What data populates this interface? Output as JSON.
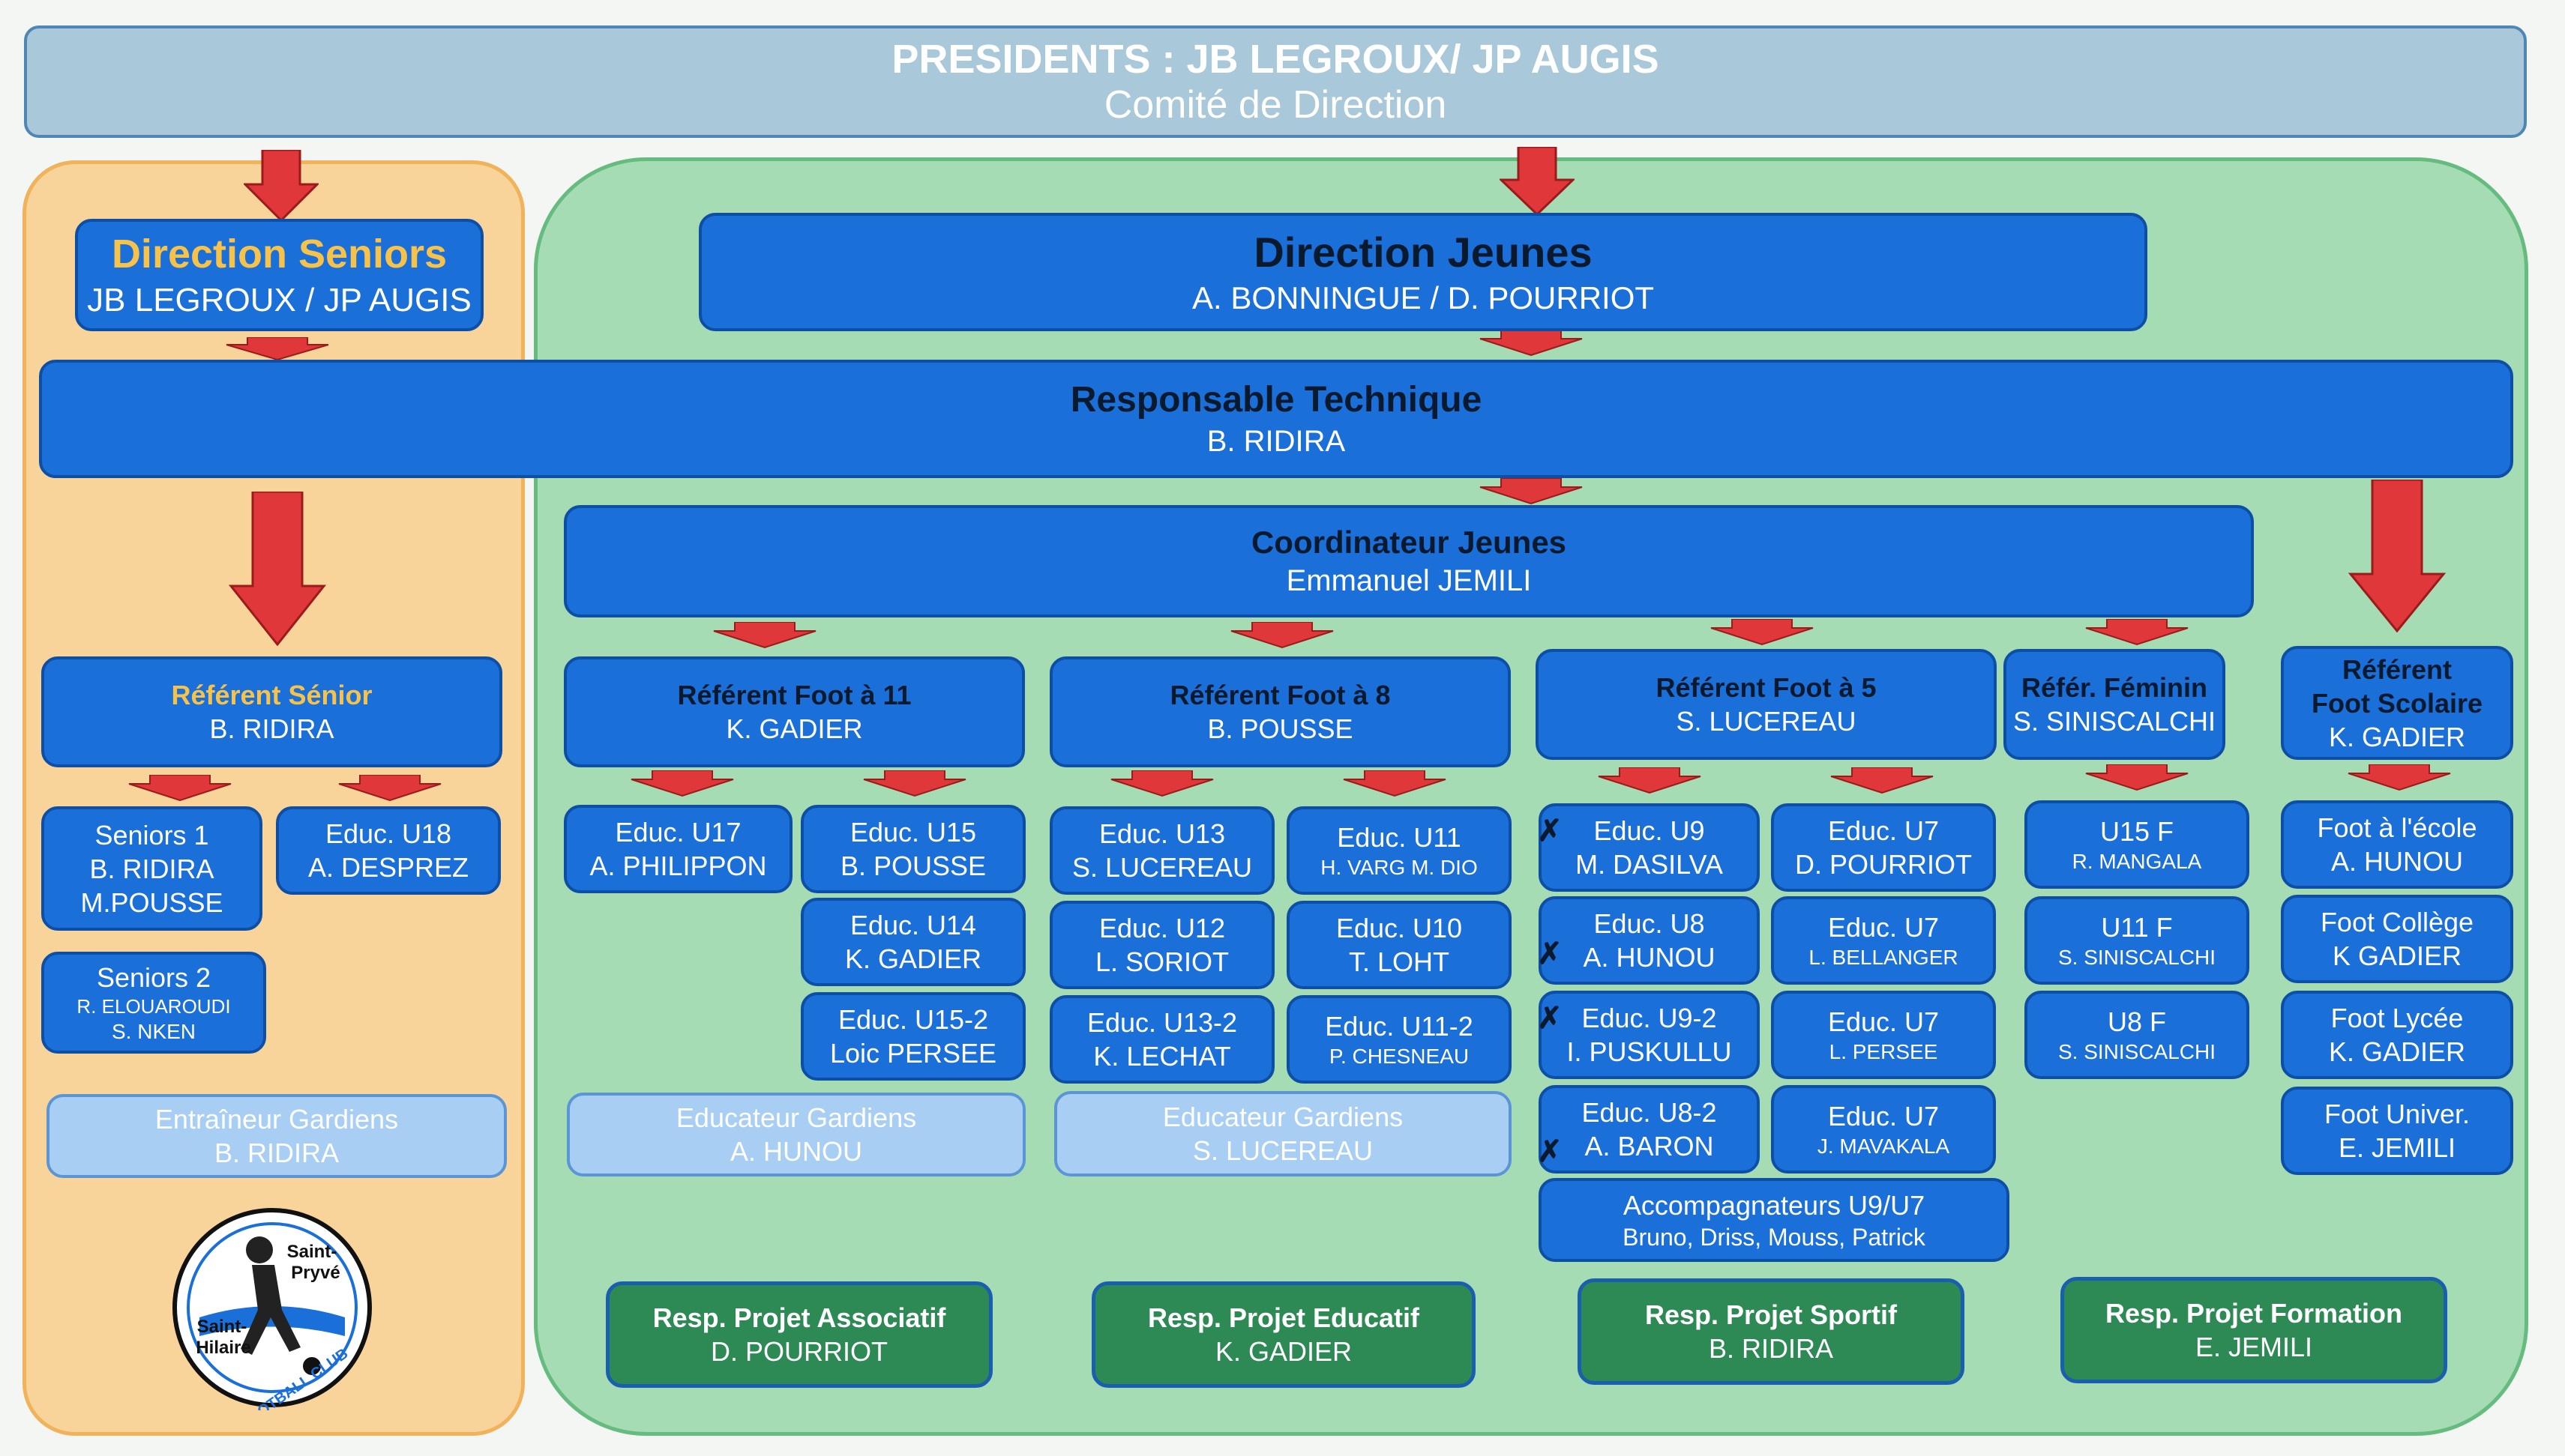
{
  "presidents": {
    "title": "PRESIDENTS : JB LEGROUX/ JP AUGIS",
    "subtitle": "Comité de Direction"
  },
  "direction_seniors": {
    "title": "Direction  Seniors",
    "name": "JB LEGROUX / JP AUGIS"
  },
  "direction_jeunes": {
    "title": "Direction Jeunes",
    "name": "A. BONNINGUE / D. POURRIOT"
  },
  "responsable_technique": {
    "title": "Responsable Technique",
    "name": "B. RIDIRA"
  },
  "coordinateur_jeunes": {
    "title": "Coordinateur Jeunes",
    "name": "Emmanuel JEMILI"
  },
  "referent_senior": {
    "title": "Référent Sénior",
    "name": "B. RIDIRA"
  },
  "seniors1": {
    "title": "Seniors 1",
    "name1": "B. RIDIRA",
    "name2": "M.POUSSE"
  },
  "educ_u18": {
    "title": "Educ. U18",
    "name": "A. DESPREZ"
  },
  "seniors2": {
    "title": "Seniors 2",
    "name1": "R. ELOUAROUDI",
    "name2": "S. NKEN"
  },
  "entraineur_gardiens": {
    "title": "Entraîneur Gardiens",
    "name": "B. RIDIRA"
  },
  "logo": {
    "line1": "Saint-",
    "line2": "Pryvé",
    "line3": "Saint-",
    "line4": "Hilaire",
    "arc": "FOOTBALL CLUB"
  },
  "referent_foot11": {
    "title": "Référent Foot à 11",
    "name": "K. GADIER"
  },
  "educ_u17": {
    "title": "Educ. U17",
    "name": "A. PHILIPPON"
  },
  "educ_u15": {
    "title": "Educ. U15",
    "name": "B. POUSSE"
  },
  "educ_u14": {
    "title": "Educ. U14",
    "name": "K. GADIER"
  },
  "educ_u15_2": {
    "title": "Educ. U15-2",
    "name": "Loic PERSEE"
  },
  "educateur_gardiens_1": {
    "title": "Educateur Gardiens",
    "name": "A. HUNOU"
  },
  "referent_foot8": {
    "title": "Référent Foot à 8",
    "name": "B. POUSSE"
  },
  "educ_u13": {
    "title": "Educ. U13",
    "name": "S. LUCEREAU"
  },
  "educ_u11": {
    "title": "Educ. U11",
    "name": "H. VARG M. DIO"
  },
  "educ_u12": {
    "title": "Educ. U12",
    "name": "L. SORIOT"
  },
  "educ_u10": {
    "title": "Educ. U10",
    "name": "T. LOHT"
  },
  "educ_u13_2": {
    "title": "Educ. U13-2",
    "name": "K. LECHAT"
  },
  "educ_u11_2": {
    "title": "Educ. U11-2",
    "name": "P. CHESNEAU"
  },
  "educateur_gardiens_2": {
    "title": "Educateur Gardiens",
    "name": "S. LUCEREAU"
  },
  "referent_foot5": {
    "title": "Référent Foot à 5",
    "name": "S. LUCEREAU"
  },
  "educ_u9": {
    "title": "Educ. U9",
    "name": "M. DASILVA"
  },
  "educ_u7_a": {
    "title": "Educ. U7",
    "name": "D. POURRIOT"
  },
  "educ_u8": {
    "title": "Educ. U8",
    "name": "A. HUNOU"
  },
  "educ_u7_b": {
    "title": "Educ. U7",
    "name": "L. BELLANGER"
  },
  "educ_u9_2": {
    "title": "Educ. U9-2",
    "name": "I. PUSKULLU"
  },
  "educ_u7_c": {
    "title": "Educ. U7",
    "name": "L. PERSEE"
  },
  "educ_u8_2": {
    "title": "Educ. U8-2",
    "name": "A. BARON"
  },
  "educ_u7_d": {
    "title": "Educ. U7",
    "name": "J. MAVAKALA"
  },
  "accompagnateurs": {
    "title": "Accompagnateurs U9/U7",
    "name": "Bruno, Driss, Mouss, Patrick"
  },
  "referent_feminin": {
    "title": "Référ. Féminin",
    "name": "S. SINISCALCHI"
  },
  "u15f": {
    "title": "U15 F",
    "name": "R. MANGALA"
  },
  "u11f": {
    "title": "U11 F",
    "name": "S. SINISCALCHI"
  },
  "u8f": {
    "title": "U8 F",
    "name": "S. SINISCALCHI"
  },
  "referent_scolaire": {
    "title1": "Référent",
    "title2": "Foot Scolaire",
    "name": "K. GADIER"
  },
  "foot_ecole": {
    "title": "Foot à l'école",
    "name": "A. HUNOU"
  },
  "foot_college": {
    "title": "Foot Collège",
    "name": "K GADIER"
  },
  "foot_lycee": {
    "title": "Foot Lycée",
    "name": "K. GADIER"
  },
  "foot_univer": {
    "title": "Foot Univer.",
    "name": "E. JEMILI"
  },
  "projet_associatif": {
    "title": "Resp. Projet Associatif",
    "name": "D. POURRIOT"
  },
  "projet_educatif": {
    "title": "Resp. Projet Educatif",
    "name": "K. GADIER"
  },
  "projet_sportif": {
    "title": "Resp. Projet Sportif",
    "name": "B. RIDIRA"
  },
  "projet_formation": {
    "title": "Resp. Projet Formation",
    "name": "E. JEMILI"
  },
  "marks": {
    "x": "✗"
  },
  "colors": {
    "box_blue": "#1a6fd9",
    "light_blue": "#a8cef4",
    "green_box": "#2e8a55",
    "arrow_red": "#e0383a",
    "seniors_panel": "#f8d49a",
    "jeunes_panel": "#a6dcb4",
    "header_bar": "#a9c8d9"
  }
}
